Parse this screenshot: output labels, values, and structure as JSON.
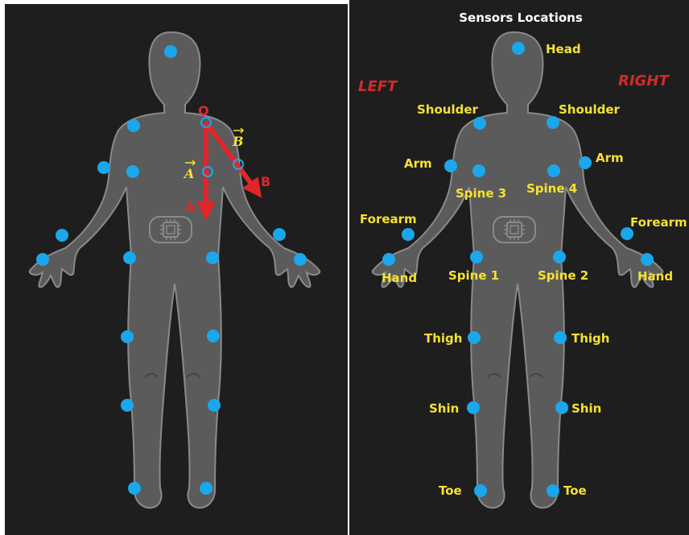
{
  "title": "Sensors Locations",
  "side_labels": {
    "left": "LEFT",
    "right": "RIGHT"
  },
  "sensor_labels": {
    "head": "Head",
    "shoulder_left": "Shoulder",
    "shoulder_right": "Shoulder",
    "arm_left": "Arm",
    "arm_right": "Arm",
    "spine3": "Spine 3",
    "spine4": "Spine 4",
    "forearm_left": "Forearm",
    "forearm_right": "Forearm",
    "hand_left": "Hand",
    "hand_right": "Hand",
    "spine1": "Spine 1",
    "spine2": "Spine 2",
    "thigh_left": "Thigh",
    "thigh_right": "Thigh",
    "shin_left": "Shin",
    "shin_right": "Shin",
    "toe_left": "Toe",
    "toe_right": "Toe"
  },
  "vector_diagram": {
    "origin_label": "O",
    "vector_a_symbol": "A",
    "vector_b_symbol": "B",
    "point_a_label": "A",
    "point_b_label": "B"
  },
  "colors": {
    "background": "#1e1e1e",
    "body_fill": "#5b5b5b",
    "body_stroke": "#8a8a8a",
    "sensor": "#1aa7ec",
    "label": "#f5e132",
    "side": "#d42a2a",
    "arrow": "#e0262b",
    "title": "#ffffff"
  },
  "icons": {
    "chip": "processor-chip-icon"
  }
}
